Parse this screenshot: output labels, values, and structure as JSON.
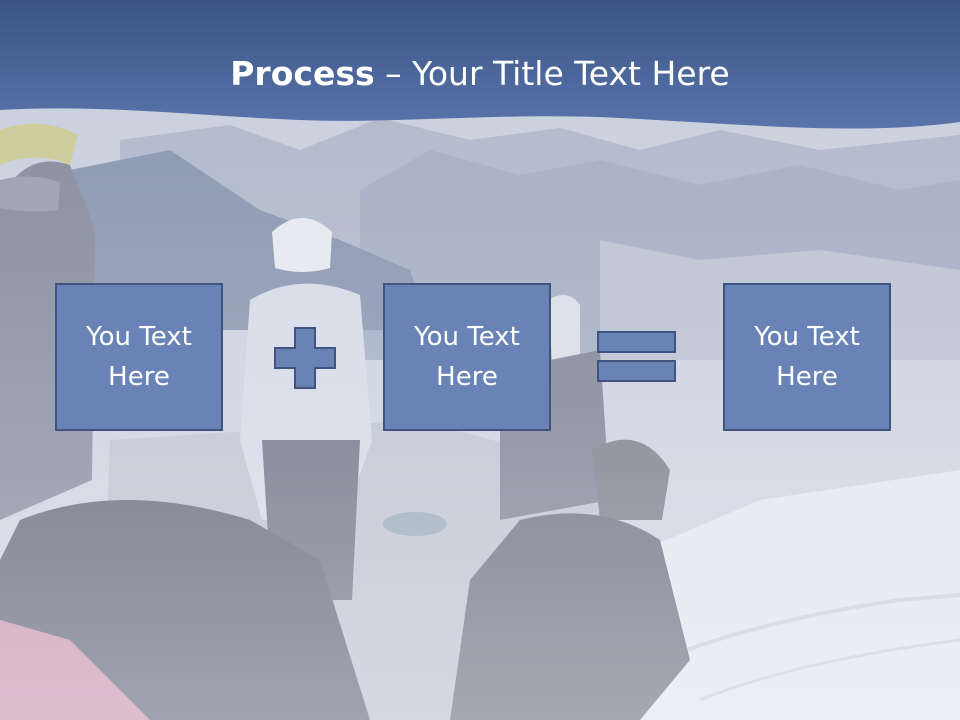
{
  "slide": {
    "title_bold": "Process",
    "title_rest": " – Your Title Text Here",
    "colors": {
      "banner": "#4a6399",
      "box_fill": "#6a83b6",
      "box_border": "#3f557f",
      "text": "#ffffff"
    }
  },
  "process": {
    "box_1": "You Text Here",
    "operator_1": "plus-icon",
    "box_2": "You Text Here",
    "operator_2": "equals-icon",
    "box_3": "You Text Here"
  }
}
